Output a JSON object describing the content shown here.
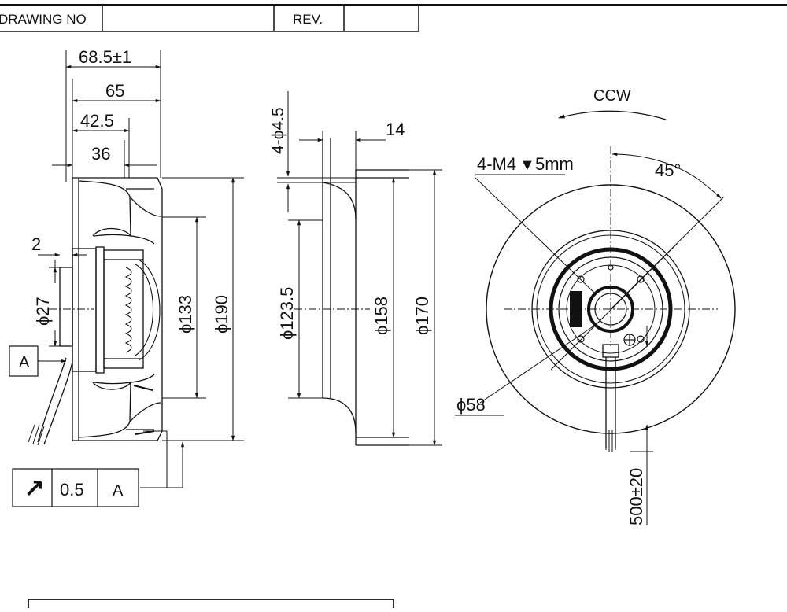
{
  "title_block": {
    "drawing_no_label": "DRAWING NO",
    "drawing_no_value": "",
    "rev_label": "REV.",
    "rev_value": ""
  },
  "side_view": {
    "dims": {
      "overall_depth": "68.5±1",
      "depth_65": "65",
      "depth_42_5": "42.5",
      "depth_36": "36",
      "offset_2": "2",
      "hub_dia": "ϕ27",
      "dia_133": "ϕ133",
      "dia_190": "ϕ190"
    },
    "datum_label": "A",
    "tolerance_frame": {
      "symbol": "↗",
      "value": "0.5",
      "datum": "A"
    }
  },
  "section_view": {
    "dims": {
      "holes": "4-ϕ4.5",
      "flange_14": "14",
      "dia_123_5": "ϕ123.5",
      "dia_158": "ϕ158",
      "dia_170": "ϕ170"
    }
  },
  "front_view": {
    "rotation": "CCW",
    "thread_note": "4-M4",
    "thread_depth": "5mm",
    "angle": "45°",
    "hub_dia": "ϕ58",
    "cable_length": "500±20"
  }
}
